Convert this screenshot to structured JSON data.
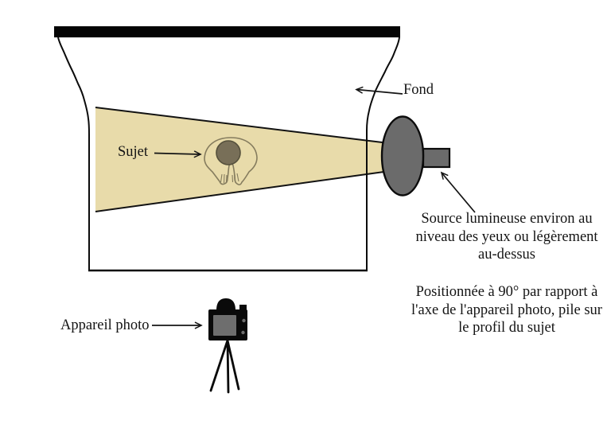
{
  "diagram": {
    "title_note": "",
    "labels": {
      "sujet": "Sujet",
      "fond": "Fond",
      "appareil_photo": "Appareil photo"
    },
    "annotations": {
      "source_lines": [
        "Source lumineuse environ au",
        "niveau des yeux ou légèrement",
        "au-dessus"
      ],
      "position_lines": [
        "Positionnée à 90° par rapport à",
        "l'axe de l'appareil photo, pile sur",
        "le profil du sujet"
      ]
    },
    "colors": {
      "cone": "#e8dbaa",
      "light_source": "#6b6b6b",
      "head": "#786f58",
      "person_outline": "#857c5e",
      "camera_screen": "#6e6e6e",
      "backdrop": "#050505"
    }
  }
}
